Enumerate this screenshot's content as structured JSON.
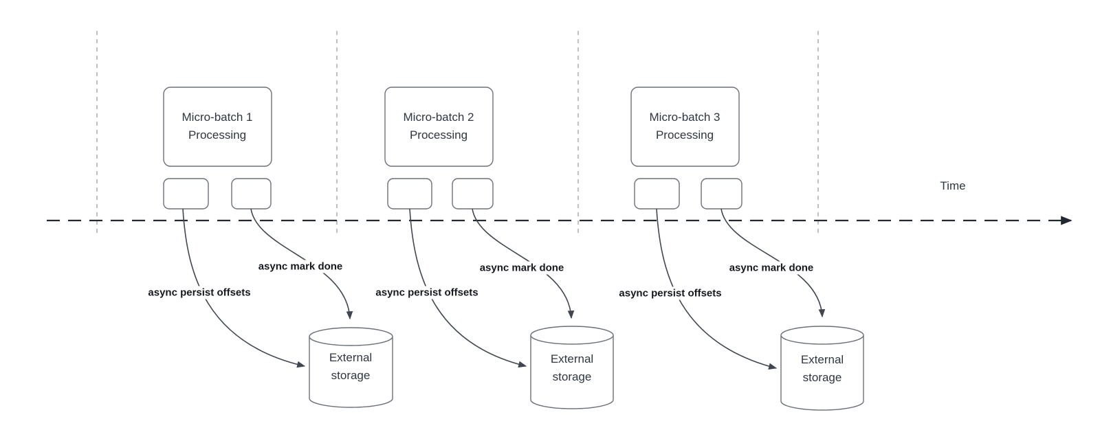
{
  "time_axis": {
    "label": "Time"
  },
  "groups": [
    {
      "id": "micro-batch-1",
      "box_label": "Micro-batch 1\nProcessing",
      "persist_arrow_label": "async persist offsets",
      "mark_done_arrow_label": "async mark done",
      "storage_label": "External\nstorage"
    },
    {
      "id": "micro-batch-2",
      "box_label": "Micro-batch 2\nProcessing",
      "persist_arrow_label": "async persist offsets",
      "mark_done_arrow_label": "async mark done",
      "storage_label": "External\nstorage"
    },
    {
      "id": "micro-batch-3",
      "box_label": "Micro-batch 3\nProcessing",
      "persist_arrow_label": "async persist offsets",
      "mark_done_arrow_label": "async mark done",
      "storage_label": "External\nstorage"
    }
  ],
  "colors": {
    "shape_stroke": "#6b7079",
    "arrow_stroke": "#3f4650",
    "timeline_stroke": "#23272e",
    "guide_stroke": "#a9adb3",
    "text": "#2f3640",
    "label_text": "#15181d",
    "background": "#ffffff"
  }
}
